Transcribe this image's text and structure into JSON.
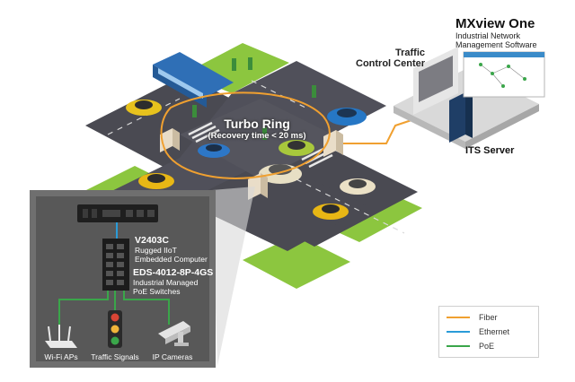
{
  "ring": {
    "title": "Turbo Ring",
    "subtitle": "(Recovery time < 20 ms)"
  },
  "software": {
    "title": "MXview One",
    "line1": "Industrial Network",
    "line2": "Management Software"
  },
  "control_center": {
    "line1": "Traffic",
    "line2": "Control Center"
  },
  "server": {
    "label": "ITS Server"
  },
  "devices": {
    "computer": {
      "name": "V2403C",
      "line1": "Rugged IIoT",
      "line2": "Embedded Computer"
    },
    "switch": {
      "name": "EDS-4012-8P-4GS",
      "line1": "Industrial Managed",
      "line2": "PoE Switches"
    }
  },
  "endpoints": {
    "wifi": "Wi-Fi APs",
    "signals": "Traffic Signals",
    "cameras": "IP Cameras"
  },
  "legend": {
    "items": [
      {
        "label": "Fiber",
        "color": "#f0a030"
      },
      {
        "label": "Ethernet",
        "color": "#2a9bd8"
      },
      {
        "label": "PoE",
        "color": "#3aa64a"
      }
    ]
  },
  "colors": {
    "inset_bg": "#6f6f6f",
    "road": "#4a4a52",
    "grass": "#8cc63f",
    "fiber": "#f0a030",
    "ethernet": "#2a9bd8",
    "poe": "#3aa64a"
  }
}
